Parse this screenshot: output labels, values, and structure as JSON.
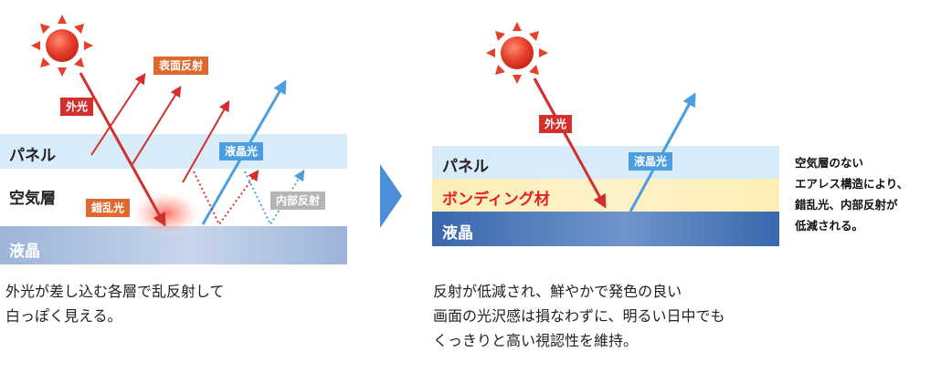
{
  "left_diagram": {
    "layers": {
      "panel": "パネル",
      "air": "空気層",
      "lc": "液晶"
    },
    "labels": {
      "ambient": "外光",
      "surface_reflection": "表面反射",
      "scatter": "錯乱光",
      "lc_light": "液晶光",
      "internal_reflection": "内部反射"
    },
    "caption": [
      "外光が差し込む各層で乱反射して",
      "白っぽく見える。"
    ]
  },
  "right_diagram": {
    "layers": {
      "panel": "パネル",
      "bonding": "ボンディング材",
      "lc": "液晶"
    },
    "labels": {
      "ambient": "外光",
      "lc_light": "液晶光"
    },
    "note": [
      "空気層のない",
      "エアレス構造により、",
      "錯乱光、内部反射が",
      "低減される。"
    ],
    "caption": [
      "反射が低減され、鮮やかで発色の良い",
      "画面の光沢感は損なわずに、明るい日中でも",
      "くっきりと高い視認性を維持。"
    ]
  },
  "colors": {
    "red": "#d32f2f",
    "blue": "#4c9ee0",
    "orange": "#e0682e",
    "panel_bg": "#d7ebf9",
    "lc_right": "#3a67ad",
    "bonding_text": "#e32020"
  }
}
